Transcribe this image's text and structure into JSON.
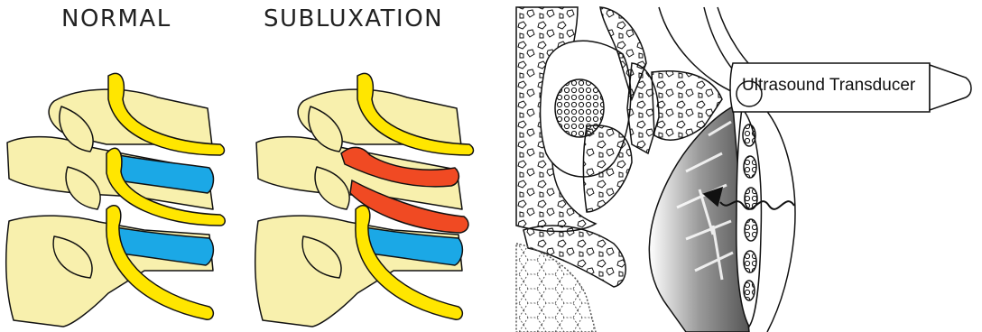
{
  "panels": {
    "normal": {
      "title": "NORMAL"
    },
    "subluxation": {
      "title": "SUBLUXATION"
    }
  },
  "ultrasound": {
    "label": "Ultrasound Transducer"
  },
  "colors": {
    "bone": "#f8f0ad",
    "joint_normal": "#1ba8e6",
    "joint_subluxation": "#f04a23",
    "facet": "#ffe600",
    "outline": "#111111"
  }
}
